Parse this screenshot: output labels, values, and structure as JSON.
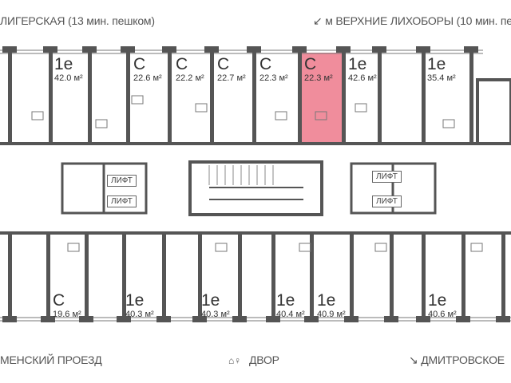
{
  "streets": {
    "top_left": "ЛИГЕРСКАЯ (13 мин. пешком)",
    "top_right": "м ВЕРХНИЕ ЛИХОБОРЫ (10 мин. пе",
    "bottom_left": "МЕНСКИЙ ПРОЕЗД",
    "bottom_center": "ДВОР",
    "bottom_right": "ДМИТРОВСКОЕ"
  },
  "arrows": {
    "top_right": "↙",
    "bottom_right": "↘"
  },
  "highlight_color": "#f08d9c",
  "top_units": [
    {
      "type": "1е",
      "area": "42.0 м²"
    },
    {
      "type": "С",
      "area": "22.6 м²"
    },
    {
      "type": "С",
      "area": "22.2 м²"
    },
    {
      "type": "С",
      "area": "22.7 м²"
    },
    {
      "type": "С",
      "area": "22.3 м²"
    },
    {
      "type": "С",
      "area": "22.3 м²",
      "selected": true
    },
    {
      "type": "1е",
      "area": "42.6 м²"
    },
    {
      "type": "1е",
      "area": "35.4 м²"
    }
  ],
  "bottom_units": [
    {
      "type": "С",
      "area": "19.6 м²"
    },
    {
      "type": "1е",
      "area": "40.3 м²"
    },
    {
      "type": "1е",
      "area": "40.3 м²"
    },
    {
      "type": "1е",
      "area": "40.4 м²"
    },
    {
      "type": "1е",
      "area": "40.9 м²"
    },
    {
      "type": "1е",
      "area": "40.6 м²"
    }
  ],
  "lifts": [
    "ЛИФТ",
    "ЛИФТ",
    "ЛИФТ",
    "ЛИФТ"
  ]
}
